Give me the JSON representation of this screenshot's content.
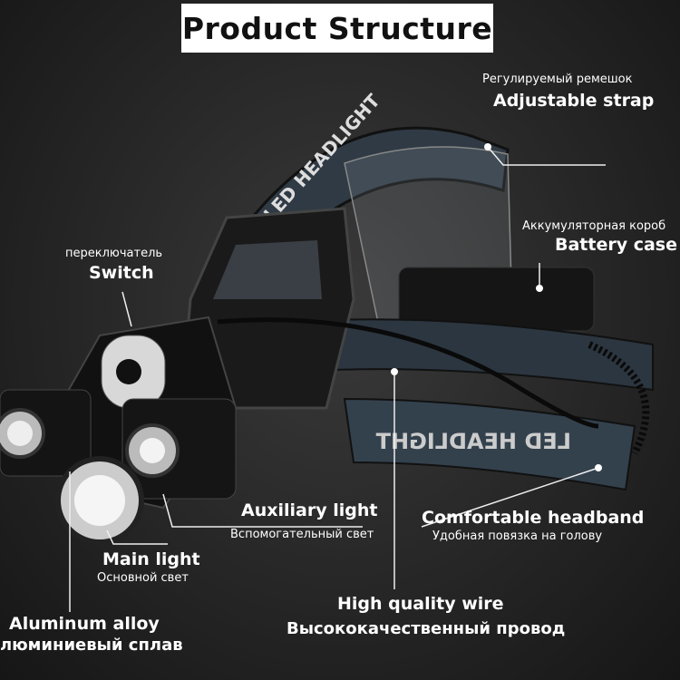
{
  "title": "Product Structure",
  "labels": {
    "strap": {
      "ru": "Регулируемый ремешок",
      "en": "Adjustable strap"
    },
    "battery": {
      "ru": "Аккумуляторная короб",
      "en": "Battery case"
    },
    "switch": {
      "ru": "переключатель",
      "en": "Switch"
    },
    "auxiliary": {
      "en": "Auxiliary light",
      "ru": "Вспомогательный свет"
    },
    "headband": {
      "en": "Comfortable headband",
      "ru": "Удобная повязка на голову"
    },
    "main": {
      "en": "Main light",
      "ru": "Основной свет"
    },
    "wire": {
      "en": "High quality wire",
      "ru": "Высококачественный провод"
    },
    "alloy": {
      "en": "Aluminum alloy",
      "ru": "люминиевый сплав"
    }
  },
  "band_text": "LED HEADLIGHT"
}
